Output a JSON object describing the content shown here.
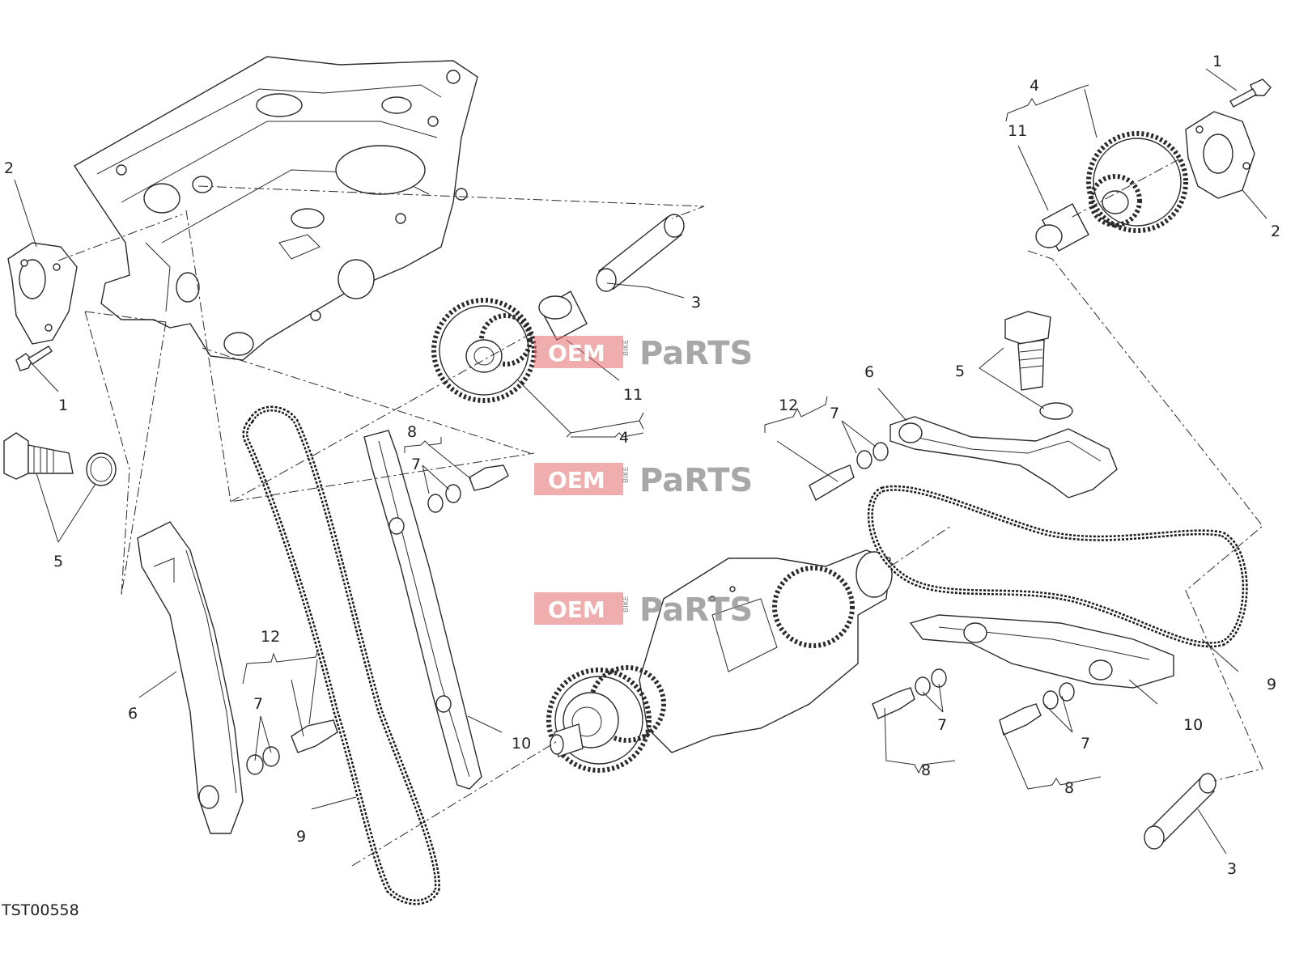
{
  "diagram": {
    "drawing_code": "TST00558",
    "callouts": [
      {
        "id": "c-2-left",
        "text": "2"
      },
      {
        "id": "c-1-left",
        "text": "1"
      },
      {
        "id": "c-5-left",
        "text": "5"
      },
      {
        "id": "c-6-left",
        "text": "6"
      },
      {
        "id": "c-12-left",
        "text": "12"
      },
      {
        "id": "c-7-left",
        "text": "7"
      },
      {
        "id": "c-9-left",
        "text": "9"
      },
      {
        "id": "c-3-mid",
        "text": "3"
      },
      {
        "id": "c-11-mid",
        "text": "11"
      },
      {
        "id": "c-4-mid",
        "text": "4"
      },
      {
        "id": "c-8-mid",
        "text": "8"
      },
      {
        "id": "c-7-mid",
        "text": "7"
      },
      {
        "id": "c-10-mid",
        "text": "10"
      },
      {
        "id": "c-4-right",
        "text": "4"
      },
      {
        "id": "c-11-right",
        "text": "11"
      },
      {
        "id": "c-1-right",
        "text": "1"
      },
      {
        "id": "c-2-right",
        "text": "2"
      },
      {
        "id": "c-5-right",
        "text": "5"
      },
      {
        "id": "c-6-right",
        "text": "6"
      },
      {
        "id": "c-12-right",
        "text": "12"
      },
      {
        "id": "c-7-right-top",
        "text": "7"
      },
      {
        "id": "c-9-right",
        "text": "9"
      },
      {
        "id": "c-10-right",
        "text": "10"
      },
      {
        "id": "c-7-right-a",
        "text": "7"
      },
      {
        "id": "c-8-right-a",
        "text": "8"
      },
      {
        "id": "c-7-right-b",
        "text": "7"
      },
      {
        "id": "c-8-right-b",
        "text": "8"
      },
      {
        "id": "c-3-right",
        "text": "3"
      }
    ]
  },
  "watermark": {
    "brand_left": "OEM",
    "brand_small": "BIKE",
    "brand_right": "PaRTS",
    "colors": {
      "accent": "#e26a6a",
      "grey": "#8a8a8a"
    }
  }
}
